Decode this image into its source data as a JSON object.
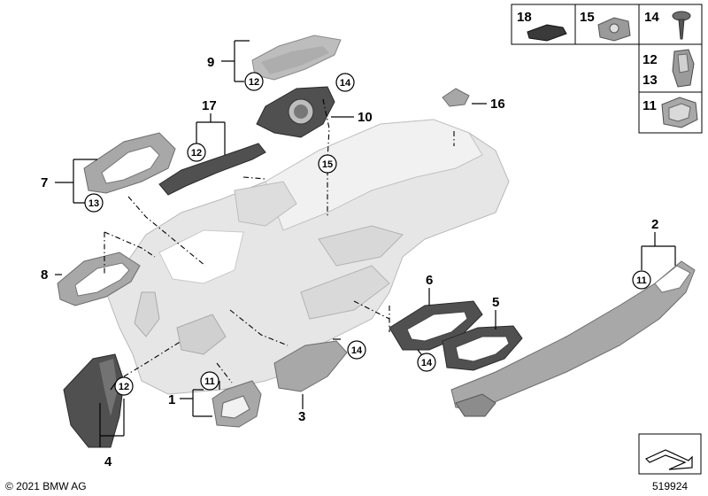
{
  "labels": {
    "p1": "1",
    "p2": "2",
    "p3": "3",
    "p4": "4",
    "p5": "5",
    "p6": "6",
    "p7": "7",
    "p8": "8",
    "p9": "9",
    "p10": "10",
    "p16": "16",
    "p17": "17"
  },
  "circles": {
    "c9": "12",
    "c10": "14",
    "c17": "12",
    "c7": "13",
    "c_dash": "15",
    "c2": "11",
    "c3": "14",
    "c6": "14",
    "c1": "11",
    "c4": "12"
  },
  "legend": {
    "items": [
      {
        "num": "18"
      },
      {
        "num": "15"
      },
      {
        "num": "14"
      },
      {
        "num": "12"
      },
      {
        "num": "13"
      },
      {
        "num": "11"
      }
    ]
  },
  "footer": {
    "copyright": "© 2021 BMW AG",
    "image_number": "519924"
  }
}
